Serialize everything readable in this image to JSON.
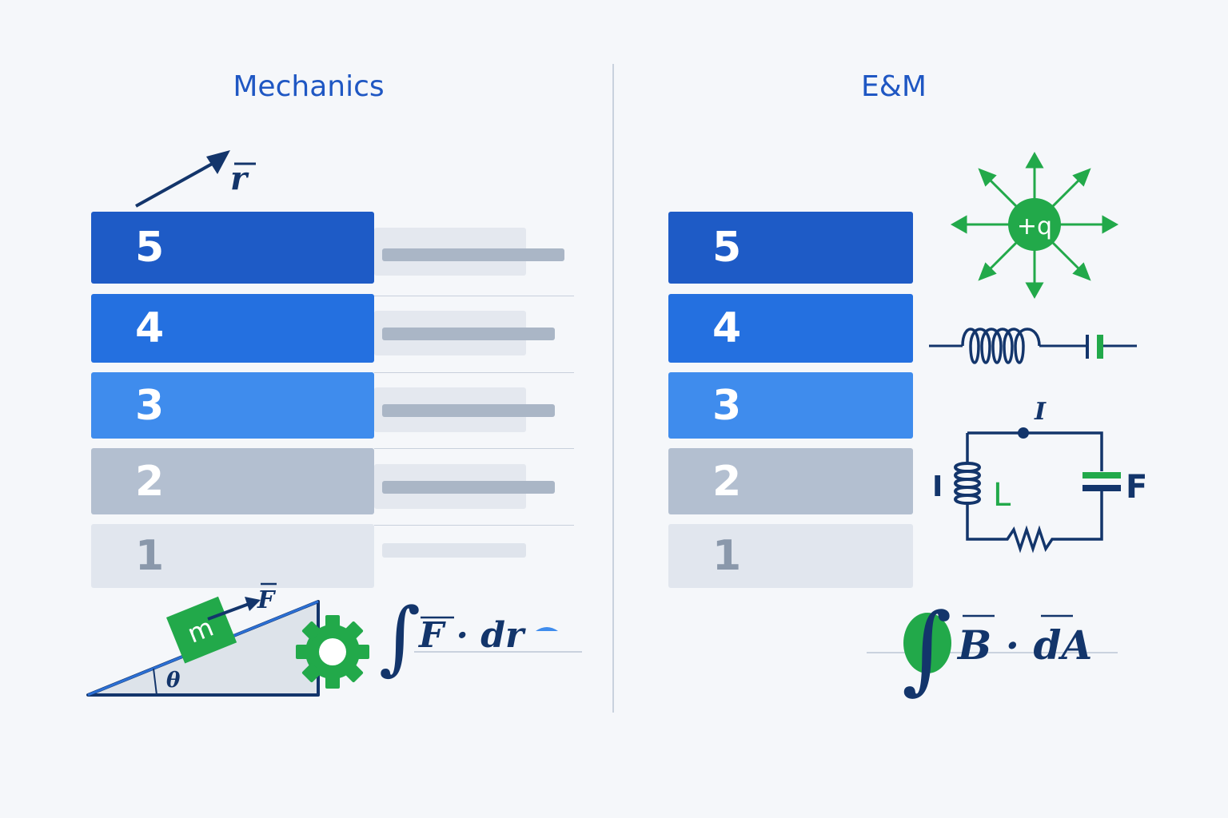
{
  "mechanics": {
    "title": "Mechanics",
    "levels": [
      "5",
      "4",
      "3",
      "2",
      "1"
    ],
    "vector_label": "r",
    "force_label": "F",
    "mass_label": "m",
    "angle_label": "θ",
    "integral_label": "F · dr",
    "gear_icon": "gear-icon",
    "gear_color": "#22a94a"
  },
  "em": {
    "title": "E&M",
    "levels": [
      "5",
      "4",
      "3",
      "2",
      "1"
    ],
    "charge_label": "+q",
    "current_label": "I",
    "inductor_label": "L",
    "capacitor_label": "F",
    "left_label": "I",
    "integral_label": "B · dA"
  },
  "colors": {
    "level5": "#1e5bc6",
    "level4": "#2470e0",
    "level3": "#3f8ced",
    "level2": "#b3bfd0",
    "level1": "#e1e6ee",
    "accent_green": "#22a94a",
    "navy": "#13356b"
  }
}
